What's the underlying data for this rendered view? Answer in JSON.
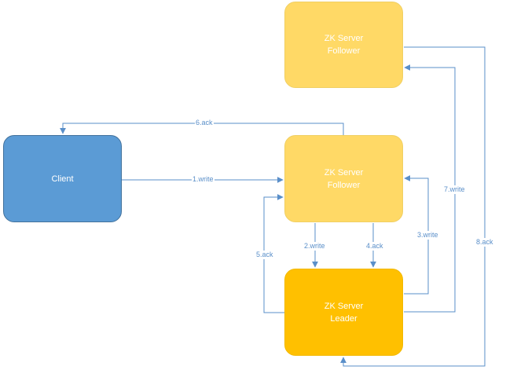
{
  "nodes": {
    "client": {
      "label": "Client"
    },
    "follower_top": {
      "line1": "ZK Server",
      "line2": "Follower"
    },
    "follower_mid": {
      "line1": "ZK Server",
      "line2": "Follower"
    },
    "leader": {
      "line1": "ZK Server",
      "line2": "Leader"
    }
  },
  "edges": [
    {
      "id": "e1",
      "label": "1.write",
      "from": "client",
      "to": "follower_mid"
    },
    {
      "id": "e2",
      "label": "2.write",
      "from": "follower_mid",
      "to": "leader"
    },
    {
      "id": "e3",
      "label": "3.write",
      "from": "leader",
      "to": "follower_mid"
    },
    {
      "id": "e4",
      "label": "4.ack",
      "from": "follower_mid",
      "to": "leader"
    },
    {
      "id": "e5",
      "label": "5.ack",
      "from": "leader",
      "to": "follower_mid"
    },
    {
      "id": "e6",
      "label": "6.ack",
      "from": "follower_mid",
      "to": "client"
    },
    {
      "id": "e7",
      "label": "7.write",
      "from": "leader",
      "to": "follower_top"
    },
    {
      "id": "e8",
      "label": "8.ack",
      "from": "follower_top",
      "to": "leader"
    }
  ],
  "colors": {
    "client": "#5b9bd5",
    "follower": "#ffd966",
    "leader": "#ffc000",
    "connector": "#5a8fc9"
  }
}
